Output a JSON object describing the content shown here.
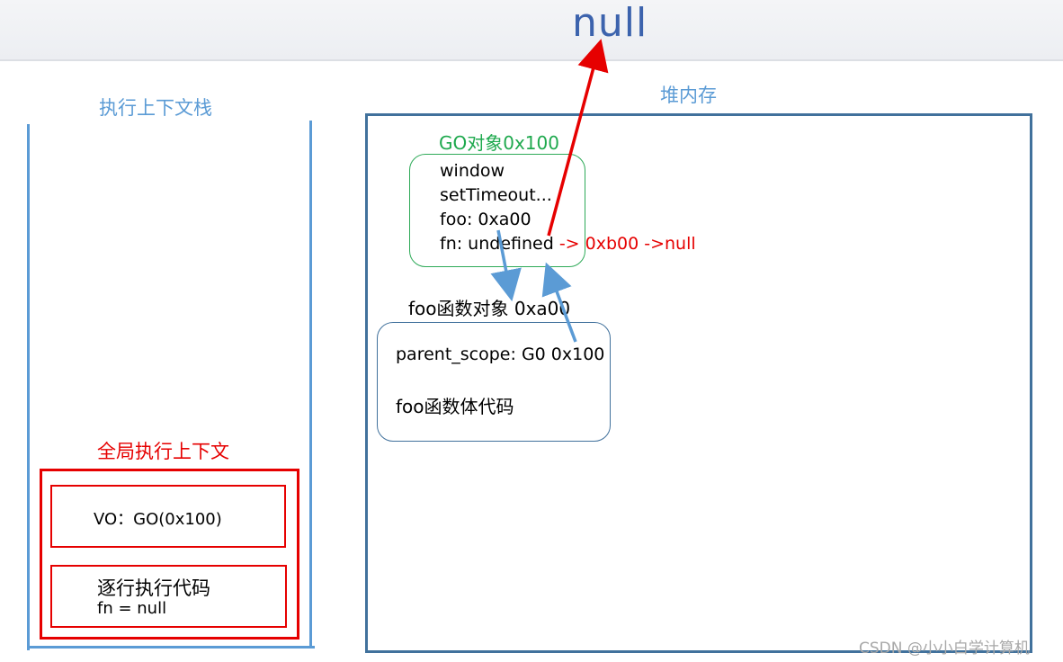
{
  "top": {
    "null_label": "null"
  },
  "stack": {
    "title": "执行上下文栈"
  },
  "heap": {
    "title": "堆内存"
  },
  "go_object": {
    "title": "GO对象0x100",
    "lines": [
      "window",
      "setTimeout...",
      "foo: 0xa00",
      "fn: undefined"
    ],
    "fn_update": "-> 0xb00 ->null"
  },
  "foo_object": {
    "title": "foo函数对象 0xa00",
    "parent_scope": "parent_scope: G0 0x100",
    "body": "foo函数体代码"
  },
  "global_context": {
    "title": "全局执行上下文",
    "vo": "VO：GO(0x100)",
    "exec_title": "逐行执行代码",
    "exec_line": "fn = null"
  },
  "watermark": "CSDN @小小白学计算机",
  "colors": {
    "blue": "#5b9bd5",
    "dark_blue": "#41719c",
    "green": "#2eaa58",
    "red": "#e60000",
    "null_blue": "#3c63ad"
  }
}
